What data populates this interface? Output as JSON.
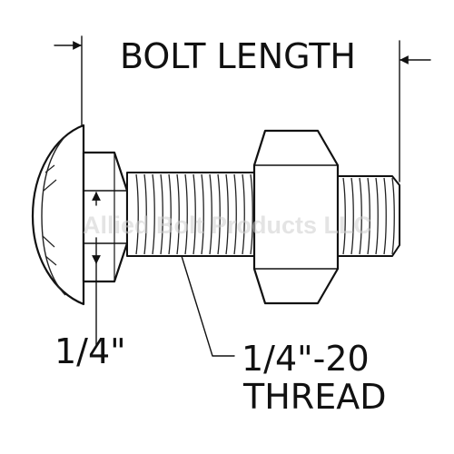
{
  "diagram": {
    "bolt_length_label": "BOLT LENGTH",
    "head_dimension_label": "1/4\"",
    "thread_label_line1": "1/4\"-20",
    "thread_label_line2": "THREAD",
    "watermark": "Allied Bolt Products LLC"
  }
}
